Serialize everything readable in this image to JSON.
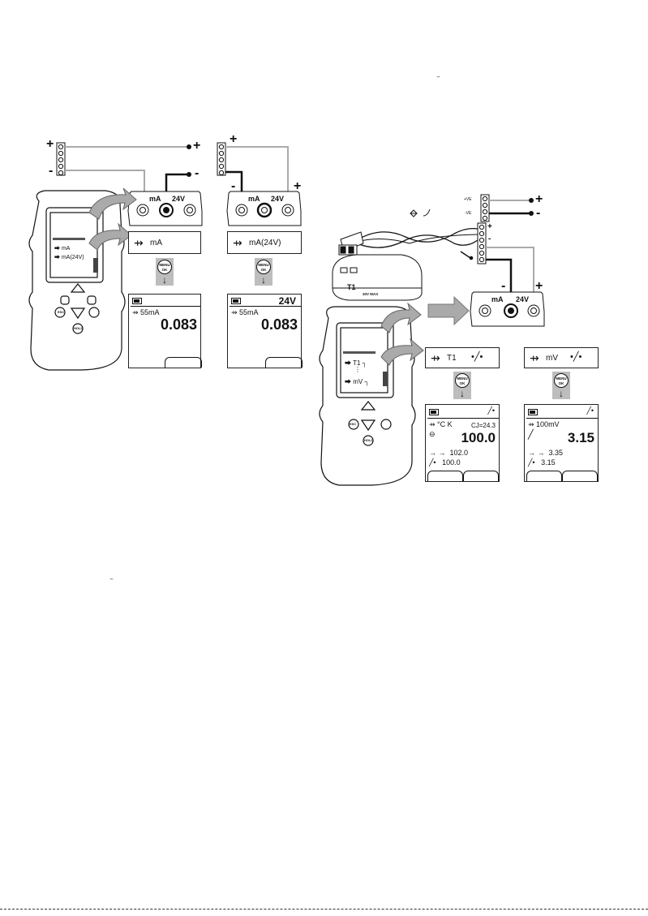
{
  "left_diagram": {
    "signs": {
      "plus_tl": "+",
      "minus_tl": "-",
      "plus_tr": "+",
      "minus_tr": "-",
      "plus_t2": "+",
      "minus_m2": "-",
      "plus_m2": "+"
    },
    "terminal_labels": {
      "ma": "mA",
      "v24": "24V"
    },
    "panel1": {
      "option1": "mA",
      "title": "55mA",
      "value": "0.083"
    },
    "panel2": {
      "option1": "mA(24V)",
      "badge": "24V",
      "title": "55mA",
      "value": "0.083"
    },
    "device_menu": {
      "item1": "mA",
      "item2": "mA(24V)"
    },
    "keys": {
      "esc": "ESC",
      "hold": "HOLD",
      "menu": "MENU OK"
    },
    "menu_button": {
      "line1": "MENU",
      "line2": "OK"
    }
  },
  "right_diagram": {
    "signs": {
      "plus_top": "+",
      "minus_top": "-",
      "plus_t": "+",
      "minus_t": "-",
      "minus_conn": "-",
      "plus_conn": "+"
    },
    "terminal_labels": {
      "ve_pos": "+VE",
      "ve_neg": "-VE",
      "ma": "mA",
      "v24": "24V"
    },
    "probe": {
      "label": "T1",
      "note": "30V MAX"
    },
    "panel1": {
      "option": "T1",
      "unit": "°C K",
      "cj": "CJ=24.3",
      "value": "100.0",
      "row1": "102.0",
      "row2": "100.0"
    },
    "panel2": {
      "option": "mV",
      "unit": "100mV",
      "value": "3.15",
      "row1": "3.35",
      "row2": "3.15"
    },
    "device_menu": {
      "item1": "T1",
      "item2": "mV"
    },
    "keys": {
      "esc": "ESC",
      "hold": "HOLD"
    }
  }
}
